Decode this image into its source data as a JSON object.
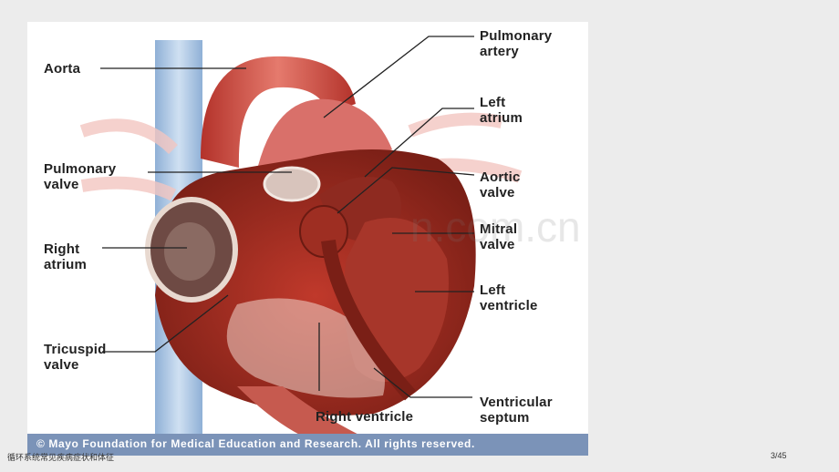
{
  "labels": {
    "aorta": "Aorta",
    "pulmonary_artery": "Pulmonary\nartery",
    "left_atrium": "Left\natrium",
    "pulmonary_valve": "Pulmonary\nvalve",
    "aortic_valve": "Aortic\nvalve",
    "mitral_valve": "Mitral\nvalve",
    "right_atrium": "Right\natrium",
    "left_ventricle": "Left\nventricle",
    "tricuspid_valve": "Tricuspid\nvalve",
    "ventricular_septum": "Ventricular\nseptum",
    "right_ventricle": "Right ventricle"
  },
  "credit": "© Mayo Foundation for Medical Education and Research.  All rights reserved.",
  "watermark": "n.com.cn",
  "footer": {
    "title": "循环系统常见疾病症状和体征",
    "page": "3/45"
  }
}
